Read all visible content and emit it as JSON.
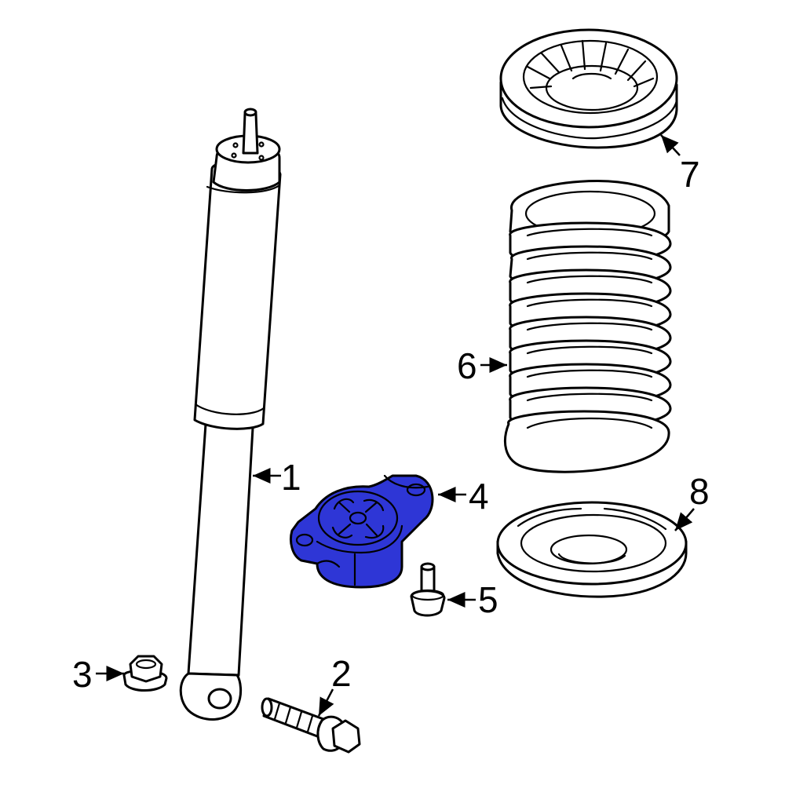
{
  "callouts": [
    {
      "id": "1",
      "label": "1"
    },
    {
      "id": "2",
      "label": "2"
    },
    {
      "id": "3",
      "label": "3"
    },
    {
      "id": "4",
      "label": "4"
    },
    {
      "id": "5",
      "label": "5"
    },
    {
      "id": "6",
      "label": "6"
    },
    {
      "id": "7",
      "label": "7"
    },
    {
      "id": "8",
      "label": "8"
    }
  ],
  "colors": {
    "highlight": "#2e36d6",
    "outline": "#000000",
    "background": "#ffffff"
  }
}
